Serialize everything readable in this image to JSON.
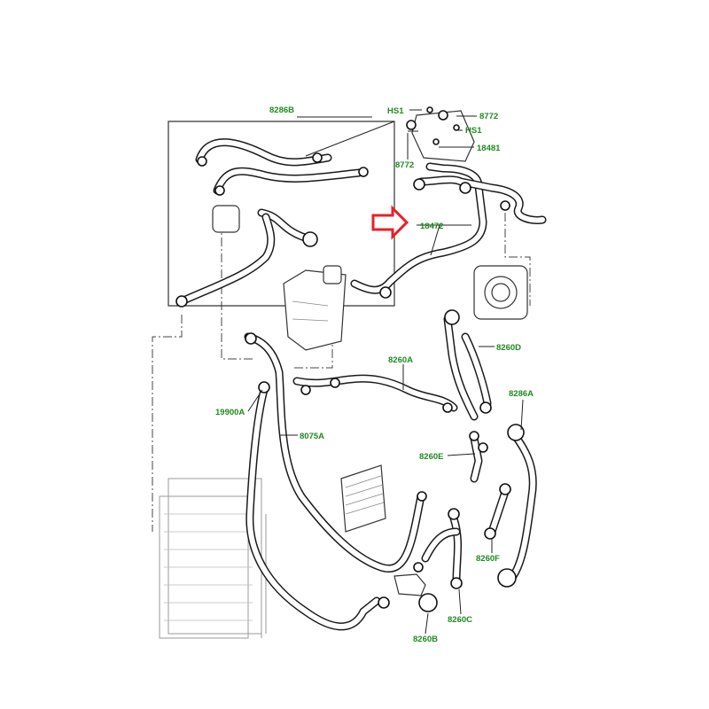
{
  "colors": {
    "label": "#1f8a1f",
    "arrow": "#e8202a",
    "line": "#1a1a1a",
    "background": "#ffffff"
  },
  "icons": [
    "highlight-arrow-icon"
  ],
  "labels": {
    "l8286b": "8286B",
    "lhs1a": "HS1",
    "l8772a": "8772",
    "lhs1b": "HS1",
    "l18481": "18481",
    "l8772b": "8772",
    "l18472": "18472",
    "l8260d": "8260D",
    "l8260a": "8260A",
    "l19900a": "19900A",
    "l8075a": "8075A",
    "l8286a": "8286A",
    "l8260e": "8260E",
    "l8260f": "8260F",
    "l8260c": "8260C",
    "l8260b": "8260B"
  }
}
